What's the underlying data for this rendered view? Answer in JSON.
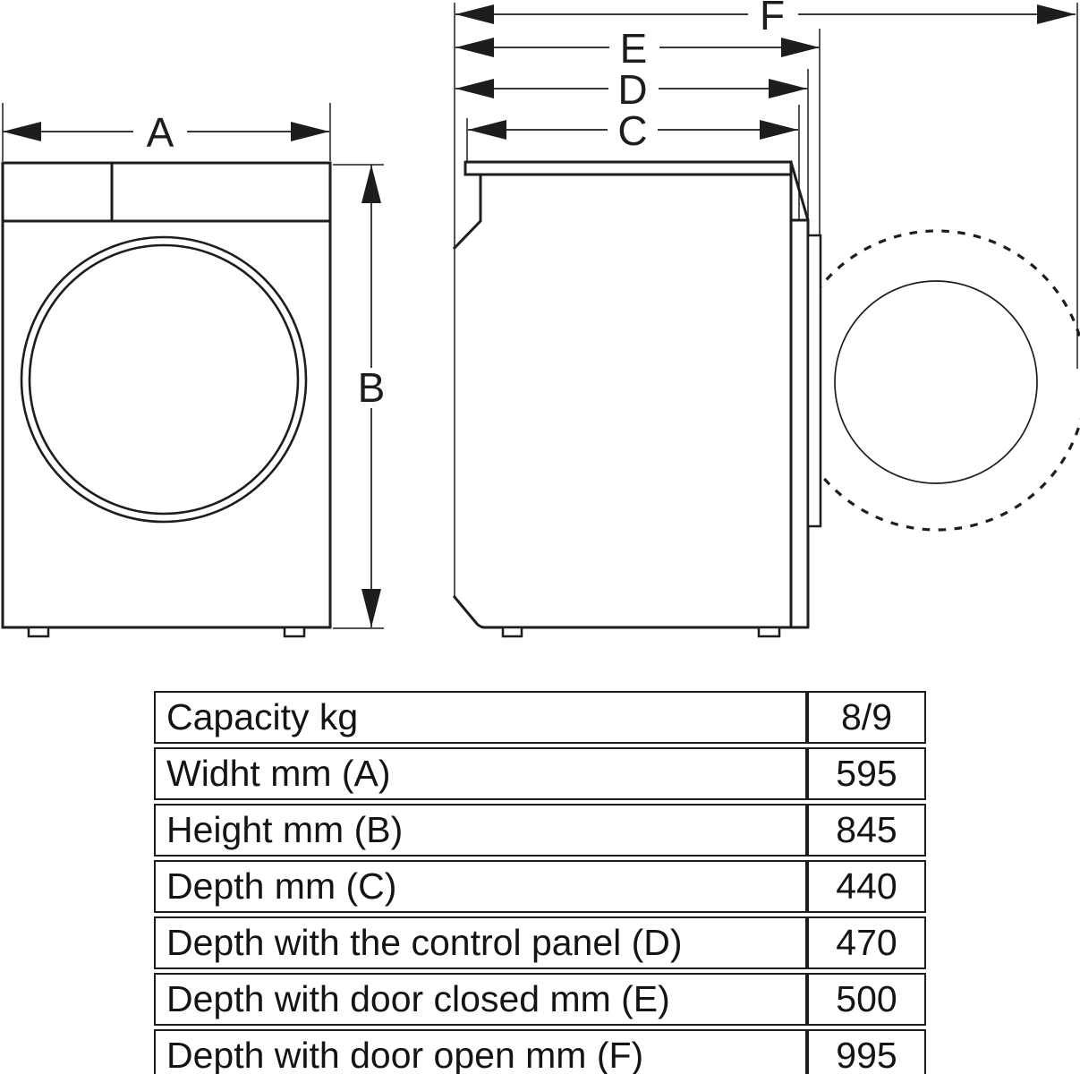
{
  "dims": {
    "a": "A",
    "b": "B",
    "c": "C",
    "d": "D",
    "e": "E",
    "f": "F"
  },
  "table": {
    "rows": [
      {
        "label": "Capacity kg",
        "value": "8/9"
      },
      {
        "label": "Widht mm (A)",
        "value": "595"
      },
      {
        "label": "Height mm (B)",
        "value": "845"
      },
      {
        "label": "Depth mm (C)",
        "value": "440"
      },
      {
        "label": "Depth with the control panel (D)",
        "value": "470"
      },
      {
        "label": "Depth with door closed mm (E)",
        "value": "500"
      },
      {
        "label": "Depth with door open mm (F)",
        "value": "995"
      }
    ]
  },
  "colors": {
    "line": "#1d1d1b",
    "background": "#ffffff"
  }
}
